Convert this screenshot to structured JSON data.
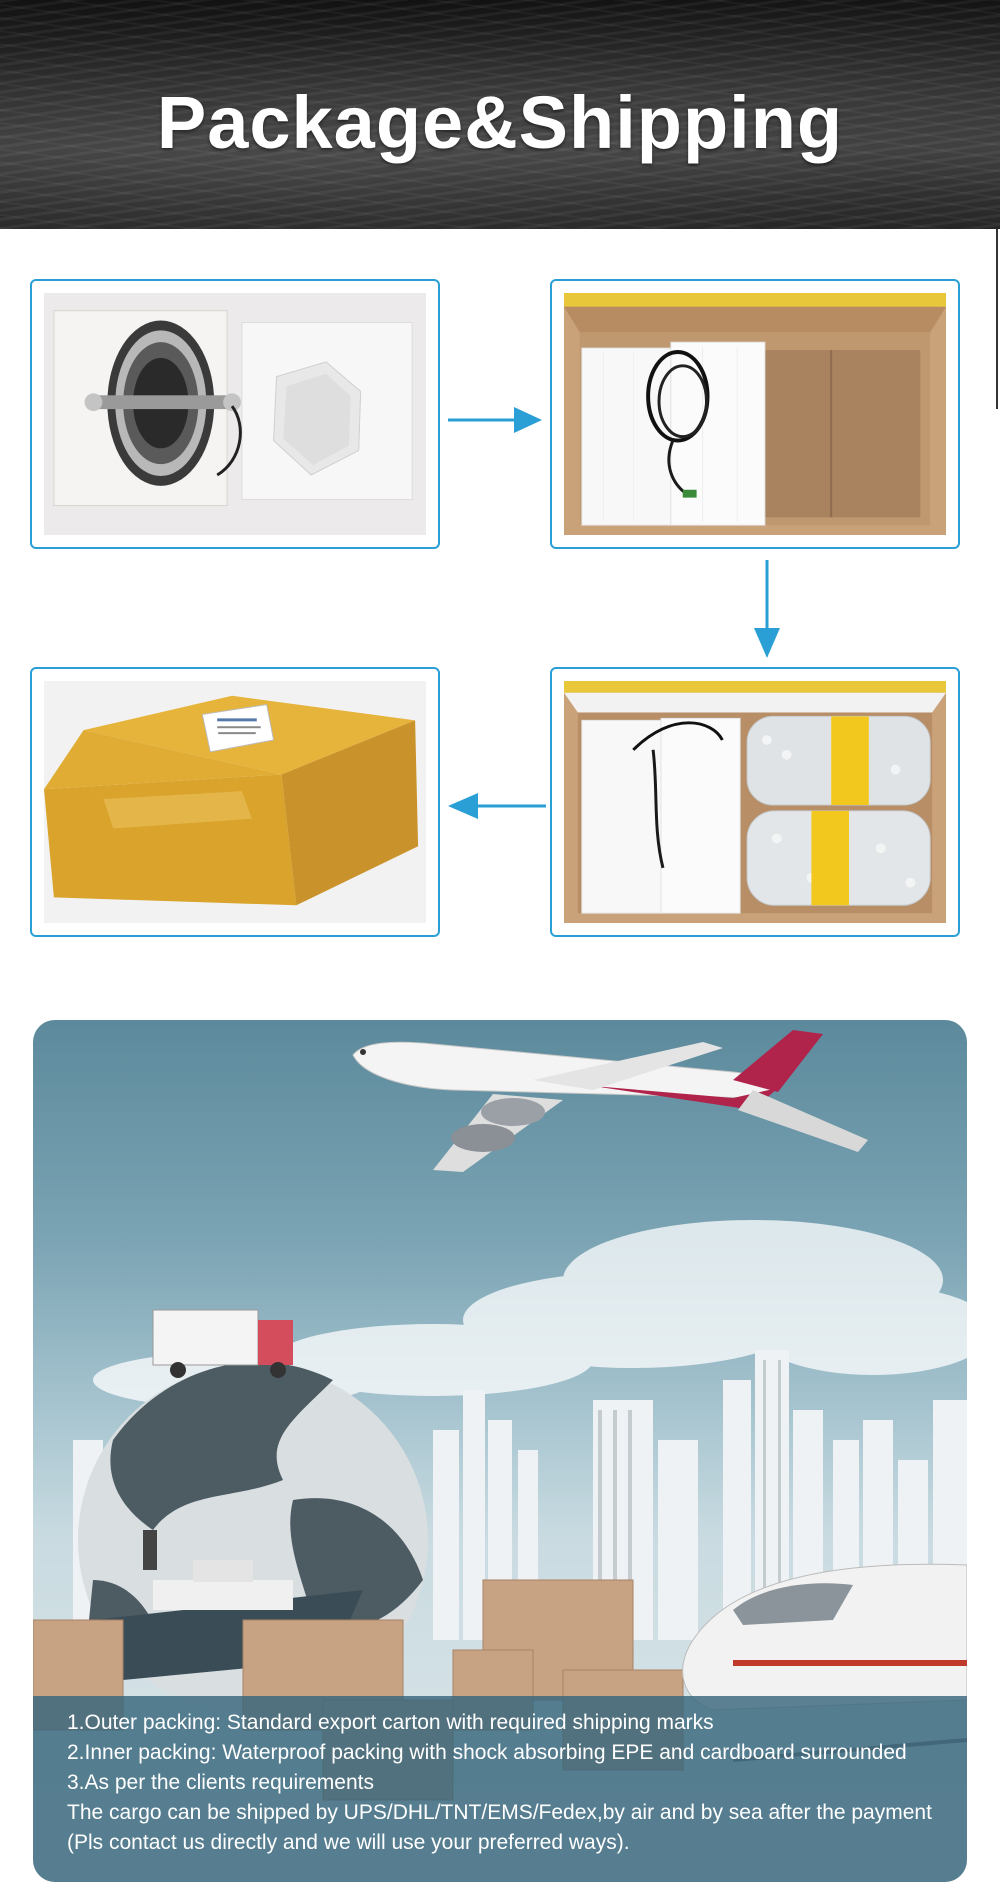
{
  "header": {
    "title": "Package&Shipping"
  },
  "steps": [
    {
      "name": "hub-motor-in-foam",
      "image_icon": "hub-motor-foam-photo"
    },
    {
      "name": "carton-with-foam-and-cable",
      "image_icon": "open-carton-photo"
    },
    {
      "name": "carton-with-wrapped-motors",
      "image_icon": "packed-carton-photo"
    },
    {
      "name": "sealed-shipping-box",
      "image_icon": "sealed-box-photo"
    }
  ],
  "arrows": {
    "color": "#2a9fd6",
    "icons": [
      "arrow-right-icon",
      "arrow-down-icon",
      "arrow-left-icon"
    ]
  },
  "shipping": {
    "lines": [
      "1.Outer packing: Standard export carton with required shipping marks",
      "2.Inner packing: Waterproof packing with shock absorbing EPE and cardboard surrounded",
      "3.As per the clients requirements",
      "The cargo can be shipped by UPS/DHL/TNT/EMS/Fedex,by air and by sea after the payment",
      "(Pls contact us directly and we will use your preferred ways)."
    ]
  },
  "colors": {
    "frame_border": "#2a9fd6",
    "banner_text": "#ffffff",
    "info_panel": "#38667c"
  }
}
